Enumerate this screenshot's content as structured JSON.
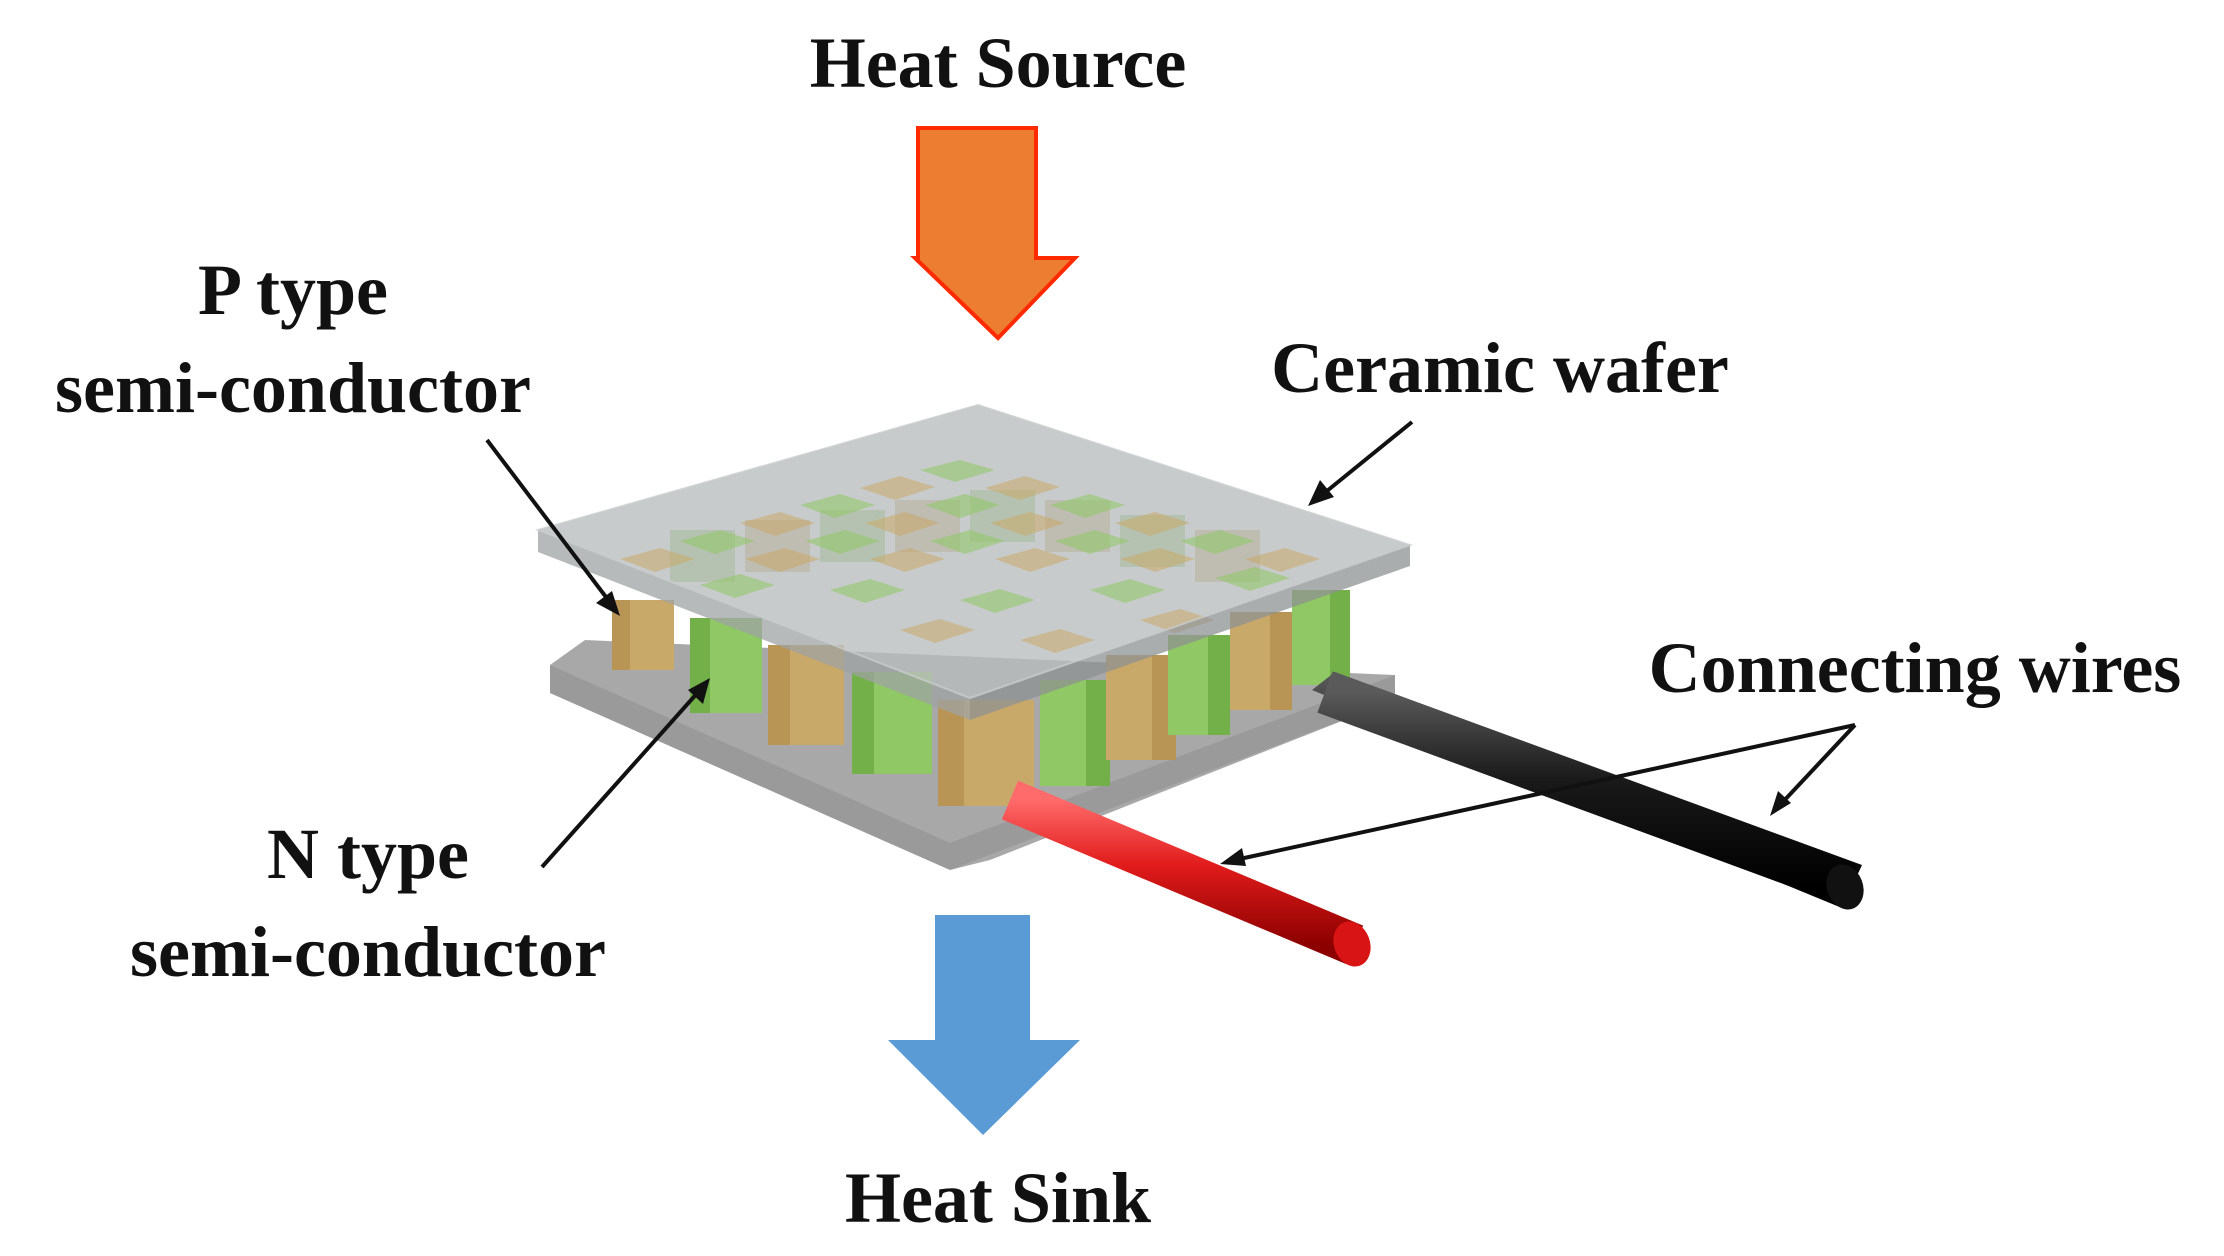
{
  "labels": {
    "heat_source": "Heat Source",
    "heat_sink": "Heat Sink",
    "ceramic_wafer": "Ceramic wafer",
    "p_type_line1": "P type",
    "p_type_line2": "semi-conductor",
    "n_type_line1": "N type",
    "n_type_line2": "semi-conductor",
    "connecting_wires": "Connecting wires"
  },
  "colors": {
    "heat_source_arrow": "#ed7d31",
    "heat_source_arrow_outline": "#ff2a00",
    "heat_sink_arrow": "#5b9bd5",
    "ceramic_plate": "#a6a6a6",
    "p_type_leg": "#c9a96a",
    "n_type_leg": "#8fc865",
    "positive_wire": "#e11b1b",
    "negative_wire": "#1a1a1a"
  }
}
